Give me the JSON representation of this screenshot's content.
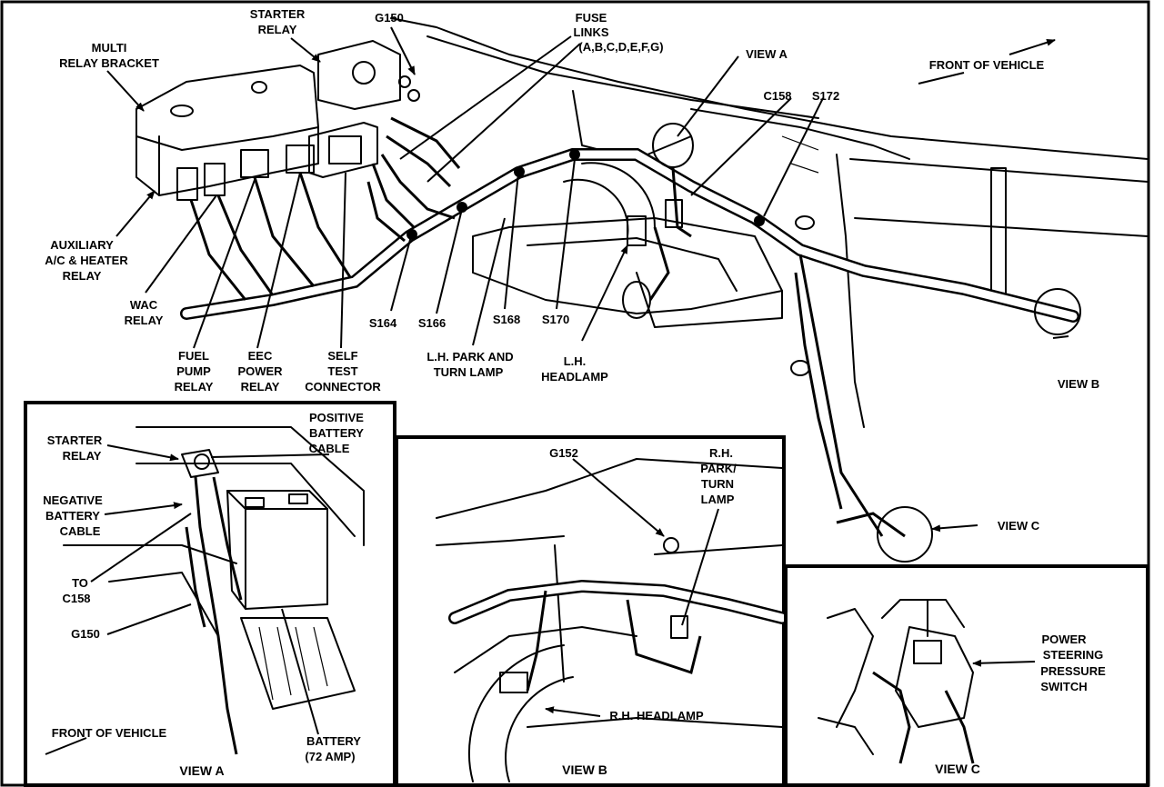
{
  "colors": {
    "ink": "#000000",
    "paper": "#ffffff"
  },
  "main": {
    "labels": {
      "multi_relay_1": "MULTI",
      "multi_relay_2": "RELAY BRACKET",
      "starter_relay_1": "STARTER",
      "starter_relay_2": "RELAY",
      "g150": "G150",
      "fuse_links_1": "FUSE",
      "fuse_links_2": "LINKS",
      "fuse_links_3": "(A,B,C,D,E,F,G)",
      "view_a": "VIEW A",
      "front_of_vehicle": "FRONT OF VEHICLE",
      "c158": "C158",
      "s172": "S172",
      "aux_relay_1": "AUXILIARY",
      "aux_relay_2": "A/C & HEATER",
      "aux_relay_3": "RELAY",
      "wac_relay_1": "WAC",
      "wac_relay_2": "RELAY",
      "fuel_pump_1": "FUEL",
      "fuel_pump_2": "PUMP",
      "fuel_pump_3": "RELAY",
      "eec_power_1": "EEC",
      "eec_power_2": "POWER",
      "eec_power_3": "RELAY",
      "self_test_1": "SELF",
      "self_test_2": "TEST",
      "self_test_3": "CONNECTOR",
      "s164": "S164",
      "s166": "S166",
      "s168": "S168",
      "s170": "S170",
      "lh_park_1": "L.H. PARK AND",
      "lh_park_2": "TURN LAMP",
      "lh_headlamp_1": "L.H.",
      "lh_headlamp_2": "HEADLAMP",
      "view_b": "VIEW B",
      "view_c": "VIEW C"
    }
  },
  "view_a_panel": {
    "title": "VIEW A",
    "labels": {
      "starter_relay_1": "STARTER",
      "starter_relay_2": "RELAY",
      "positive_cable_1": "POSITIVE",
      "positive_cable_2": "BATTERY",
      "positive_cable_3": "CABLE",
      "negative_cable_1": "NEGATIVE",
      "negative_cable_2": "BATTERY",
      "negative_cable_3": "CABLE",
      "to_c158_1": "TO",
      "to_c158_2": "C158",
      "g150": "G150",
      "front_of_vehicle": "FRONT OF VEHICLE",
      "battery_1": "BATTERY",
      "battery_2": "(72 AMP)"
    }
  },
  "view_b_panel": {
    "title": "VIEW B",
    "labels": {
      "g152": "G152",
      "rh_park_1": "R.H.",
      "rh_park_2": "PARK/",
      "rh_park_3": "TURN",
      "rh_park_4": "LAMP",
      "rh_headlamp": "R.H. HEADLAMP"
    }
  },
  "view_c_panel": {
    "title": "VIEW C",
    "labels": {
      "ps_switch_1": "POWER",
      "ps_switch_2": "STEERING",
      "ps_switch_3": "PRESSURE",
      "ps_switch_4": "SWITCH"
    }
  }
}
